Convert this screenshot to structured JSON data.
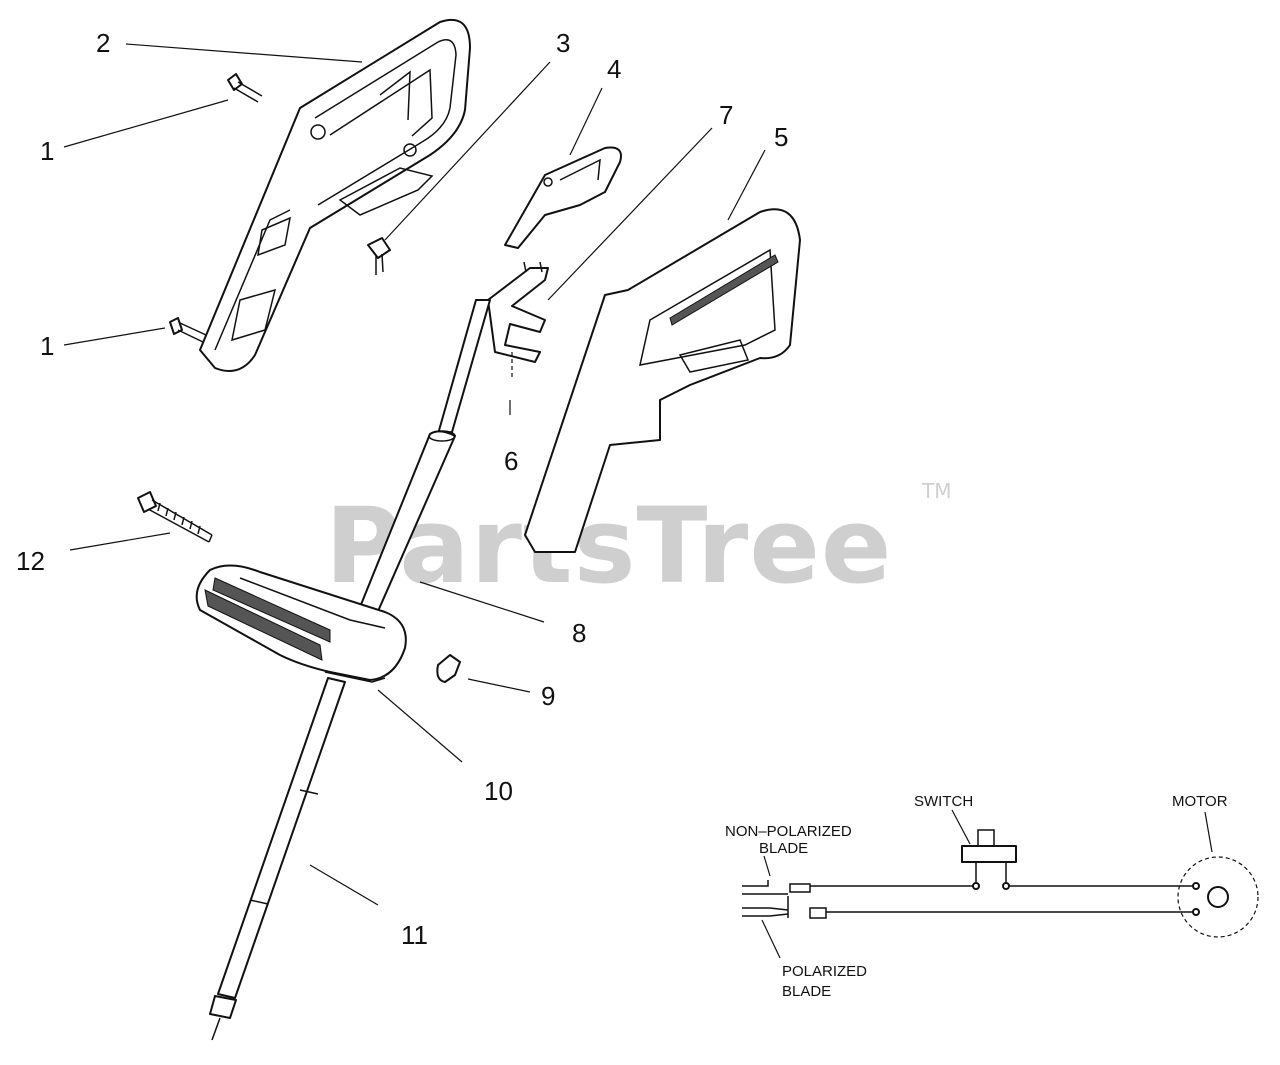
{
  "callouts": [
    "1",
    "1",
    "2",
    "3",
    "4",
    "5",
    "6",
    "7",
    "8",
    "9",
    "10",
    "11",
    "12"
  ],
  "wiring": {
    "switch": "SWITCH",
    "motor": "MOTOR",
    "non_polarized_line1": "NON–POLARIZED",
    "non_polarized_line2": "BLADE",
    "polarized_line1": "POLARIZED",
    "polarized_line2": "BLADE"
  },
  "watermark": {
    "text": "PartsTree",
    "tm": "TM"
  }
}
